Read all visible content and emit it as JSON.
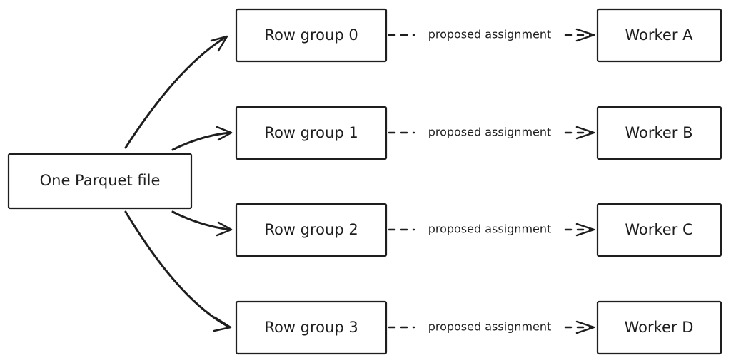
{
  "source": {
    "label": "One Parquet file"
  },
  "row_groups": [
    {
      "label": "Row group 0"
    },
    {
      "label": "Row group 1"
    },
    {
      "label": "Row group 2"
    },
    {
      "label": "Row group 3"
    }
  ],
  "workers": [
    {
      "label": "Worker A"
    },
    {
      "label": "Worker B"
    },
    {
      "label": "Worker C"
    },
    {
      "label": "Worker D"
    }
  ],
  "assignment_label": "proposed assignment"
}
